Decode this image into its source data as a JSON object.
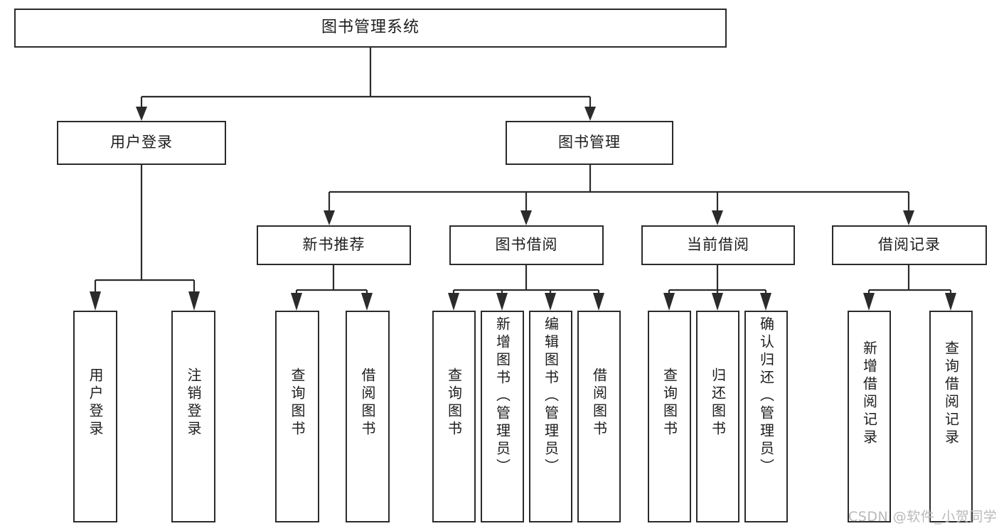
{
  "diagram": {
    "title": "图书管理系统",
    "type": "tree",
    "watermark": "CSDN @软件_小贺同学",
    "colors": {
      "stroke": "#2b2b2b",
      "box_fill": "#ffffff",
      "text": "#1d1d1d",
      "background": "#ffffff",
      "watermark": "#b9b9b9"
    },
    "nodes": {
      "root": {
        "label": "图书管理系统",
        "level": 1,
        "orientation": "horizontal"
      },
      "l2": [
        {
          "id": "user-login",
          "label": "用户登录",
          "level": 2,
          "orientation": "horizontal"
        },
        {
          "id": "book-manage",
          "label": "图书管理",
          "level": 2,
          "orientation": "horizontal"
        }
      ],
      "l3": [
        {
          "id": "new-book-rec",
          "label": "新书推荐",
          "level": 3,
          "orientation": "horizontal",
          "parent": "book-manage"
        },
        {
          "id": "book-borrow",
          "label": "图书借阅",
          "level": 3,
          "orientation": "horizontal",
          "parent": "book-manage"
        },
        {
          "id": "current-borrow",
          "label": "当前借阅",
          "level": 3,
          "orientation": "horizontal",
          "parent": "book-manage"
        },
        {
          "id": "borrow-record",
          "label": "借阅记录",
          "level": 3,
          "orientation": "horizontal",
          "parent": "book-manage"
        }
      ],
      "leaves": [
        {
          "id": "leaf-user-login",
          "label": "用户登录",
          "parent": "user-login",
          "orientation": "vertical"
        },
        {
          "id": "leaf-logout",
          "label": "注销登录",
          "parent": "user-login",
          "orientation": "vertical"
        },
        {
          "id": "leaf-query-book-1",
          "label": "查询图书",
          "parent": "new-book-rec",
          "orientation": "vertical"
        },
        {
          "id": "leaf-borrow-book-1",
          "label": "借阅图书",
          "parent": "new-book-rec",
          "orientation": "vertical"
        },
        {
          "id": "leaf-query-book-2",
          "label": "查询图书",
          "parent": "book-borrow",
          "orientation": "vertical"
        },
        {
          "id": "leaf-add-book",
          "label": "新增图书（管理员）",
          "parent": "book-borrow",
          "orientation": "vertical"
        },
        {
          "id": "leaf-edit-book",
          "label": "编辑图书（管理员）",
          "parent": "book-borrow",
          "orientation": "vertical"
        },
        {
          "id": "leaf-borrow-book-2",
          "label": "借阅图书",
          "parent": "book-borrow",
          "orientation": "vertical"
        },
        {
          "id": "leaf-query-book-3",
          "label": "查询图书",
          "parent": "current-borrow",
          "orientation": "vertical"
        },
        {
          "id": "leaf-return-book",
          "label": "归还图书",
          "parent": "current-borrow",
          "orientation": "vertical"
        },
        {
          "id": "leaf-confirm-return",
          "label": "确认归还（管理员）",
          "parent": "current-borrow",
          "orientation": "vertical"
        },
        {
          "id": "leaf-add-record",
          "label": "新增借阅记录",
          "parent": "borrow-record",
          "orientation": "vertical"
        },
        {
          "id": "leaf-query-record",
          "label": "查询借阅记录",
          "parent": "borrow-record",
          "orientation": "vertical"
        }
      ]
    }
  }
}
